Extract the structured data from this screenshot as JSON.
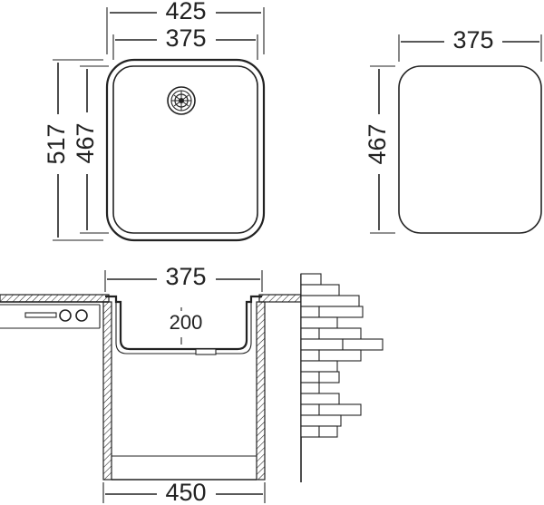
{
  "top_view": {
    "outer_width_label": "425",
    "inner_width_label": "375",
    "outer_height_label": "517",
    "inner_height_label": "467"
  },
  "cutout_view": {
    "width_label": "375",
    "height_label": "467"
  },
  "section_view": {
    "bowl_width_label": "375",
    "depth_label": "200",
    "cabinet_width_label": "450"
  }
}
